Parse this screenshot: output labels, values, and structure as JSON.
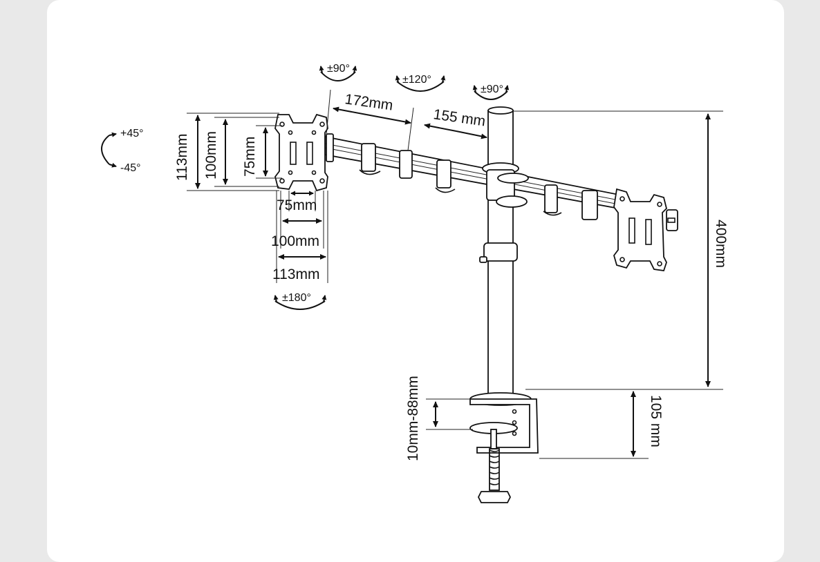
{
  "page": {
    "background": "#e9e9e9",
    "card_background": "#ffffff"
  },
  "dimensions": {
    "arm_segment_1": "172mm",
    "arm_segment_2": "155 mm",
    "pole_height": "400mm",
    "clamp_height": "105 mm",
    "desk_thickness": "10mm-88mm",
    "vesa_height_113": "113mm",
    "vesa_height_100": "100mm",
    "vesa_height_75": "75mm",
    "vesa_width_75": "75mm",
    "vesa_width_100": "100mm",
    "vesa_width_113": "113mm"
  },
  "rotations": {
    "tilt_up": "+45°",
    "tilt_down": "-45°",
    "arm_joint_left": "±90°",
    "arm_joint_center": "±120°",
    "arm_joint_right": "±90°",
    "head_rotation": "±180°"
  }
}
